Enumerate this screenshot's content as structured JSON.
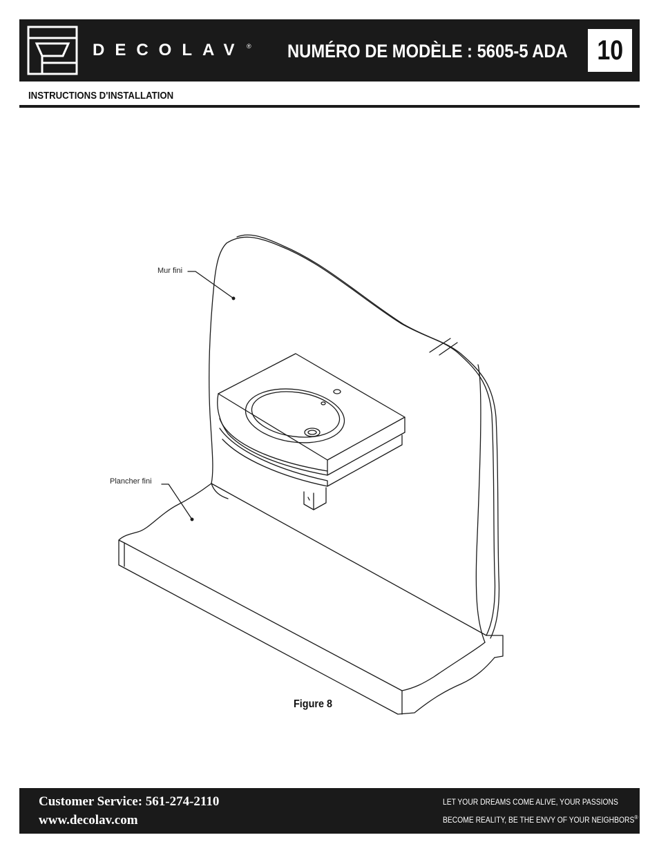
{
  "header": {
    "brand": "DECOLAV",
    "brand_mark": "®",
    "model_title": "NUMÉRO DE MODÈLE : 5605-5 ADA",
    "page_number": "10",
    "logo_icon": "decolav-logo-icon",
    "bar_color": "#1a1a1a"
  },
  "section": {
    "heading": "INSTRUCTIONS D'INSTALLATION"
  },
  "figure": {
    "callouts": {
      "wall": "Mur fini",
      "floor": "Plancher fini"
    },
    "caption": "Figure 8"
  },
  "footer": {
    "phone": "Customer Service: 561-274-2110",
    "website": "www.decolav.com",
    "tagline_line1": "LET YOUR DREAMS COME ALIVE, YOUR PASSIONS",
    "tagline_line2": "BECOME REALITY, BE THE ENVY OF YOUR NEIGHBORS",
    "tagline_mark": "®"
  }
}
